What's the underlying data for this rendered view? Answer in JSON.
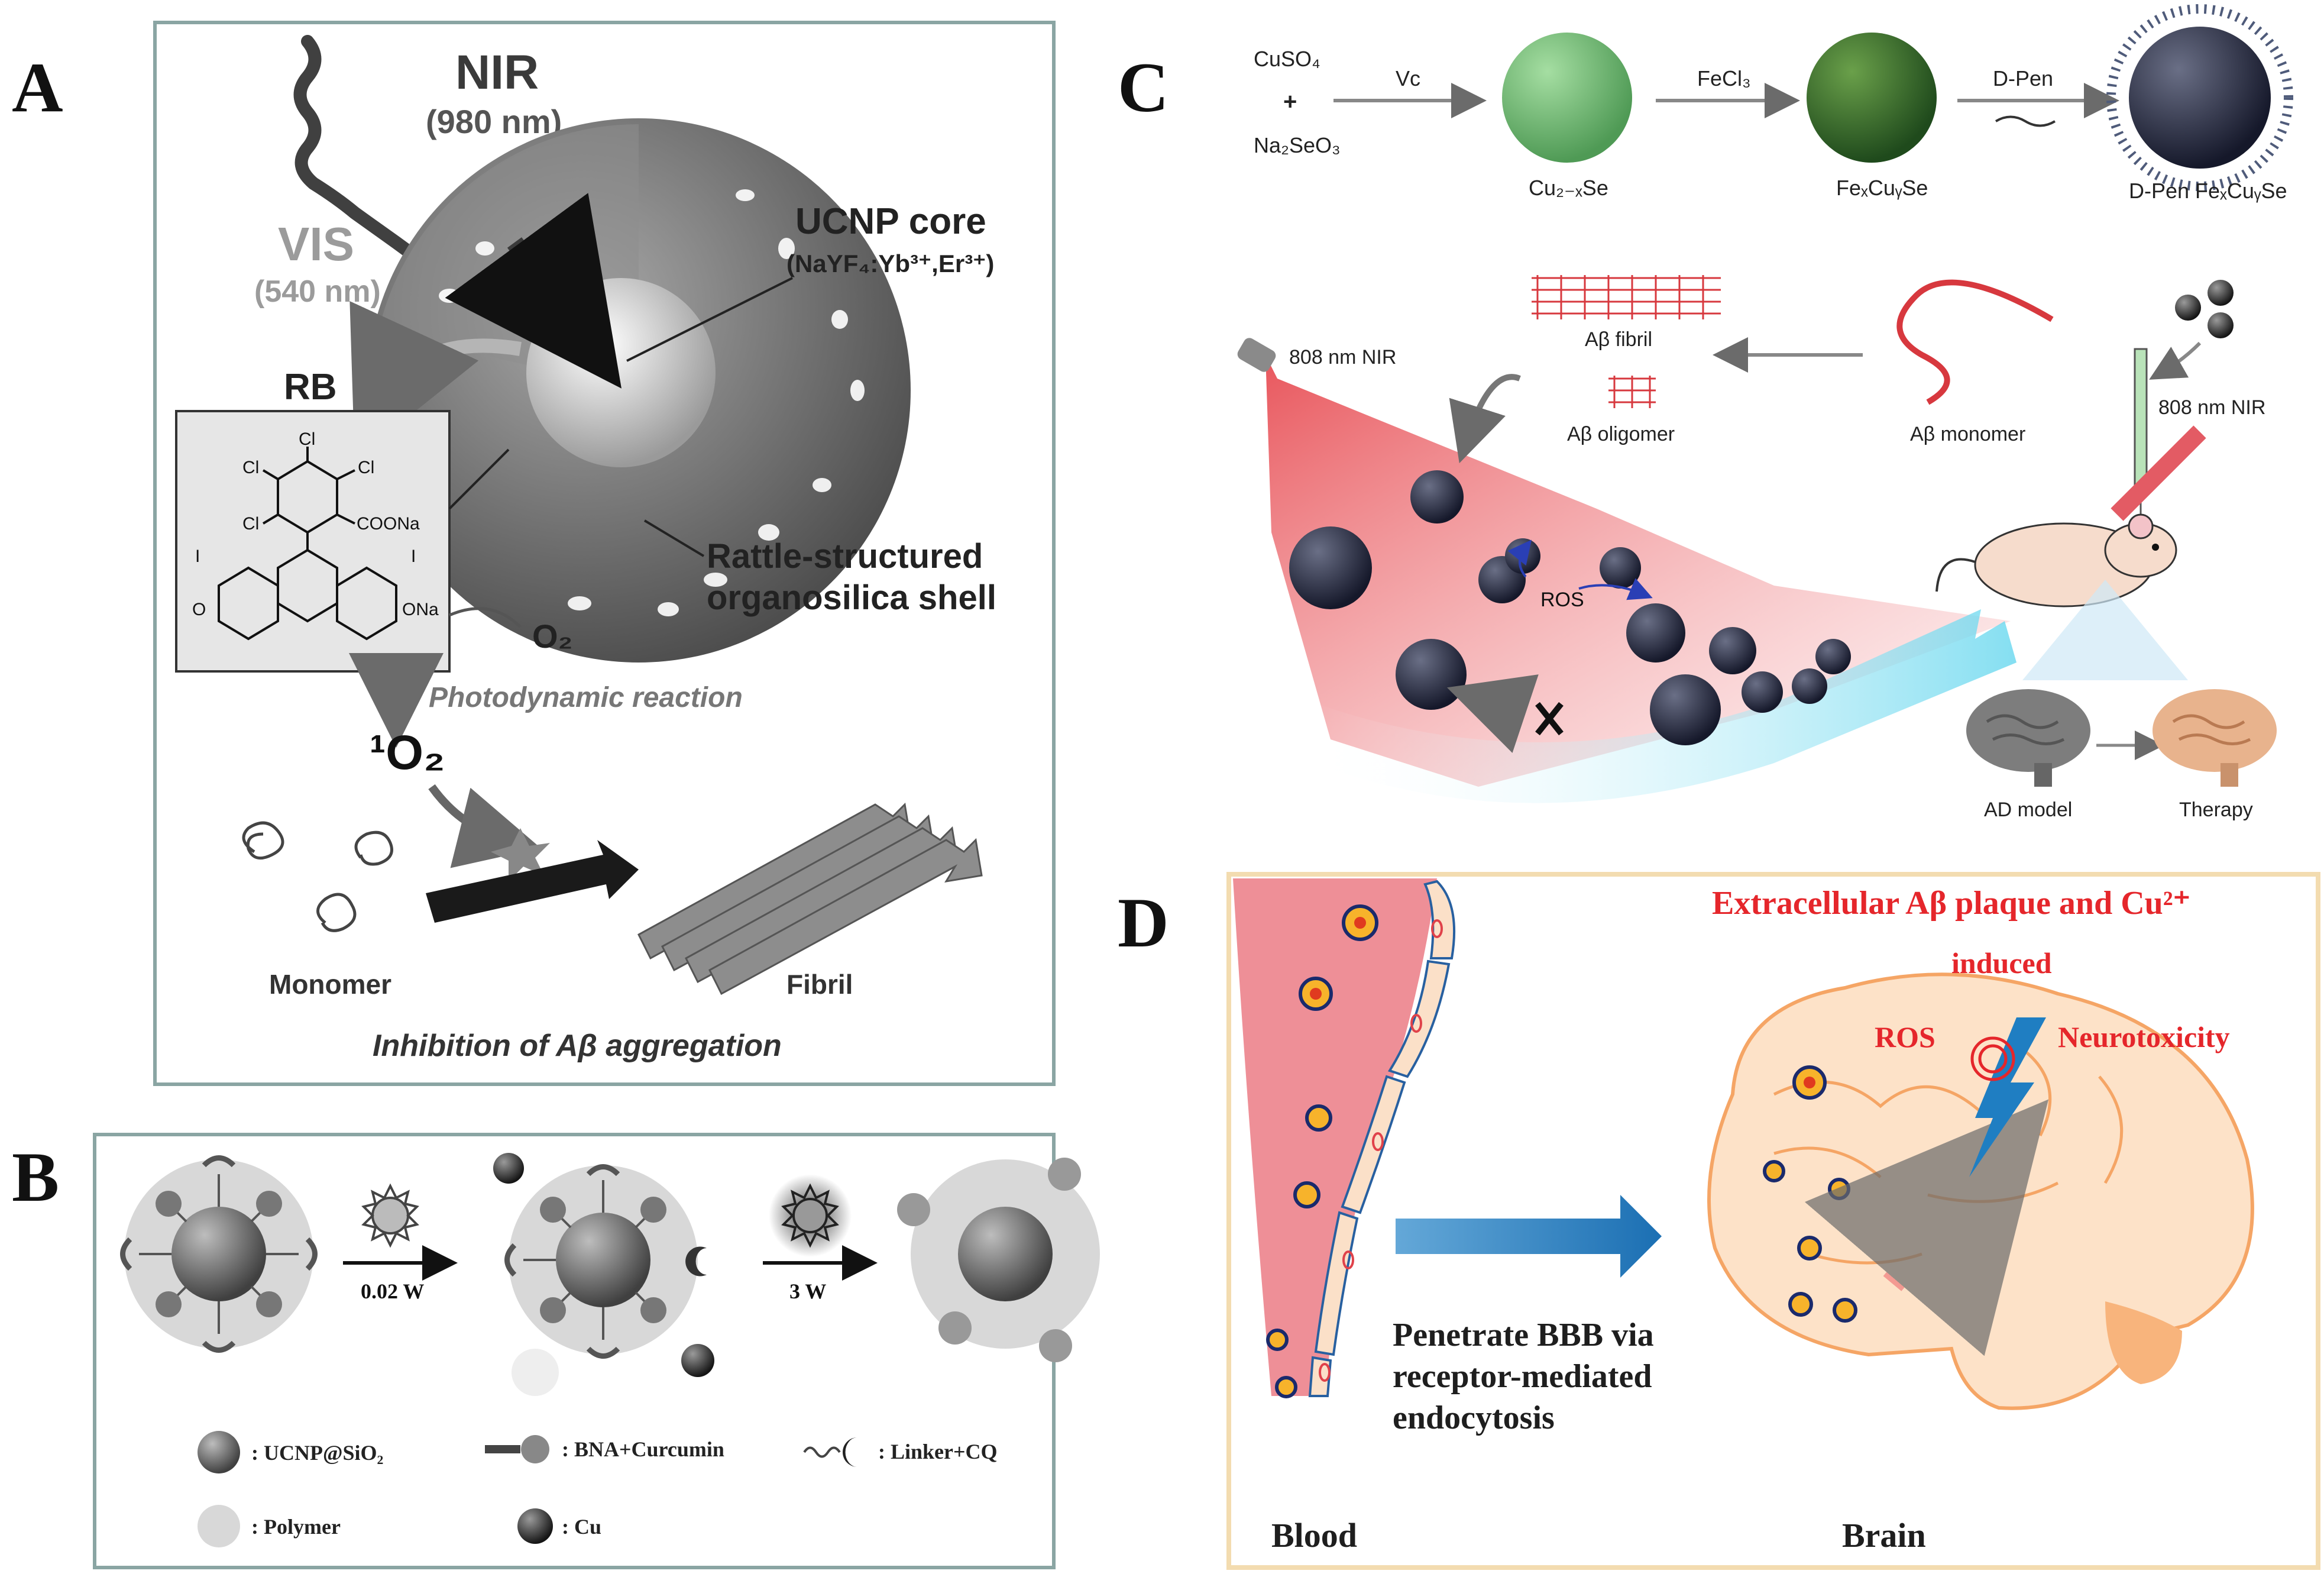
{
  "panels": {
    "A": {
      "letter": "A",
      "nir": "NIR",
      "nir_wavelength": "(980 nm)",
      "vis": "VIS",
      "vis_wavelength": "(540 nm)",
      "ucnp_core": "UCNP core",
      "ucnp_formula": "(NaYF₄:Yb³⁺,Er³⁺)",
      "rb": "RB",
      "shell_line1": "Rattle-structured",
      "shell_line2": "organosilica shell",
      "o2": "O₂",
      "photodynamic": "Photodynamic reaction",
      "singlet_o2": "¹O₂",
      "monomer": "Monomer",
      "fibril": "Fibril",
      "caption": "Inhibition of Aβ aggregation",
      "rb_atoms": {
        "cl": "Cl",
        "coona": "COONa",
        "i": "I",
        "o": "O",
        "ona": "ONa"
      }
    },
    "B": {
      "letter": "B",
      "power_low": "0.02 W",
      "power_high": "3 W",
      "legend": {
        "ucnp": ": UCNP@SiO₂",
        "bna": ": BNA+Curcumin",
        "linker": ": Linker+CQ",
        "polymer": ": Polymer",
        "cu": ": Cu"
      }
    },
    "C": {
      "letter": "C",
      "reagent1": "CuSO₄",
      "plus": "+",
      "reagent2": "Na₂SeO₃",
      "step1": "Vc",
      "step2": "FeCl₃",
      "step3": "D-Pen",
      "product1": "Cu₂₋ₓSe",
      "product2": "FeₓCuᵧSe",
      "product3": "D-Pen FeₓCuᵧSe",
      "nir_left": "808 nm NIR",
      "nir_right": "808 nm NIR",
      "ab_fibril": "Aβ fibril",
      "ab_oligomer": "Aβ oligomer",
      "ab_monomer": "Aβ monomer",
      "ros": "ROS",
      "ad_model": "AD model",
      "therapy": "Therapy"
    },
    "D": {
      "letter": "D",
      "title": "Extracellular Aβ plaque and Cu²⁺",
      "induced": "induced",
      "ros": "ROS",
      "neurotoxicity": "Neurotoxicity",
      "bbb_line1": "Penetrate BBB via",
      "bbb_line2": "receptor-mediated",
      "bbb_line3": "endocytosis",
      "blood": "Blood",
      "brain": "Brain"
    }
  },
  "colors": {
    "frame_teal": "#8aa5a3",
    "panelD_frame": "#f3dcb0",
    "red_text": "#e5262b",
    "vessel_pink": "#ee8f97",
    "brain_peach": "#fde2c8",
    "arrow_blue": "#1f7ec2"
  }
}
